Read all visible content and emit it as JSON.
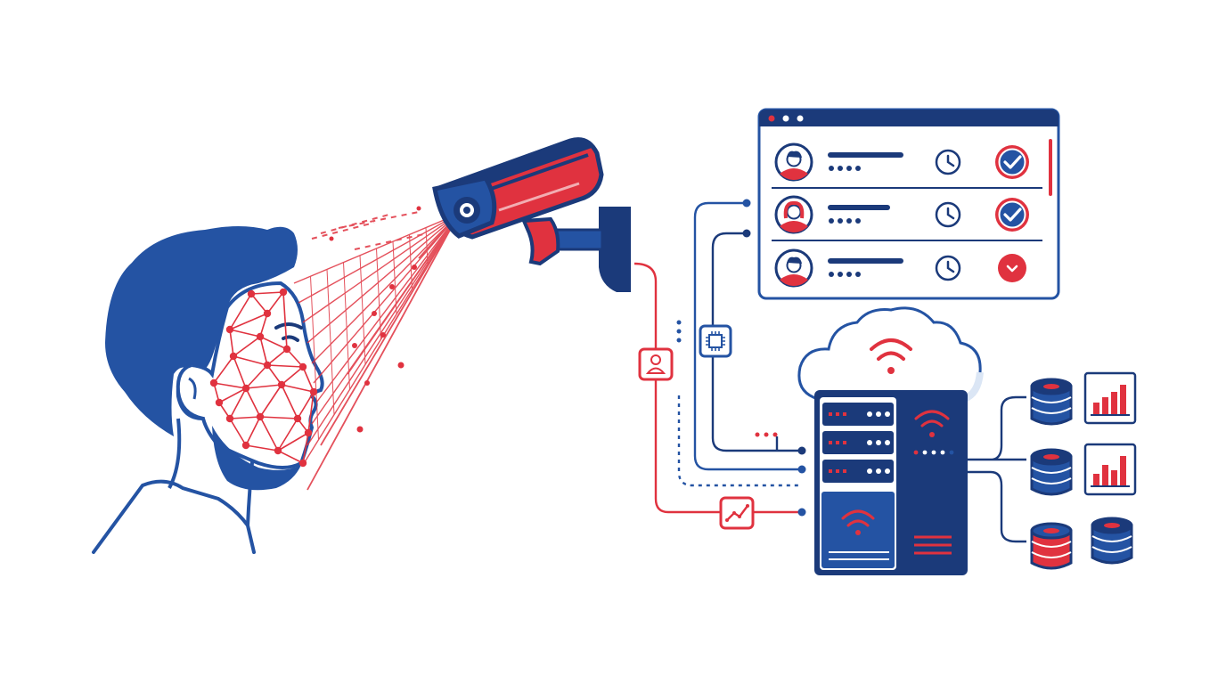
{
  "colors": {
    "navy": "#1b3a7a",
    "blue": "#2453a3",
    "red": "#e0323f",
    "light_blue": "#dbe6f5",
    "white": "#ffffff"
  },
  "icons": {
    "camera": "cctv-camera-icon",
    "chip": "processor-chip-icon",
    "user_badge": "user-profile-icon",
    "trend": "trend-chart-icon",
    "cloud": "cloud-icon",
    "wifi": "wifi-signal-icon",
    "database": "database-icon",
    "bar_chart": "bar-chart-icon",
    "clock": "clock-icon",
    "check": "checkmark-icon",
    "dropdown": "chevron-down-icon",
    "avatar": "person-avatar-icon"
  },
  "recognition_list": {
    "rows": [
      {
        "avatar": "male",
        "status": "verified"
      },
      {
        "avatar": "female",
        "status": "verified"
      },
      {
        "avatar": "male",
        "status": "flagged"
      }
    ]
  },
  "databases": [
    {
      "color": "navy",
      "has_chart": true
    },
    {
      "color": "navy",
      "has_chart": true
    },
    {
      "color": "red",
      "has_chart": false
    },
    {
      "color": "navy",
      "has_chart": false
    }
  ]
}
